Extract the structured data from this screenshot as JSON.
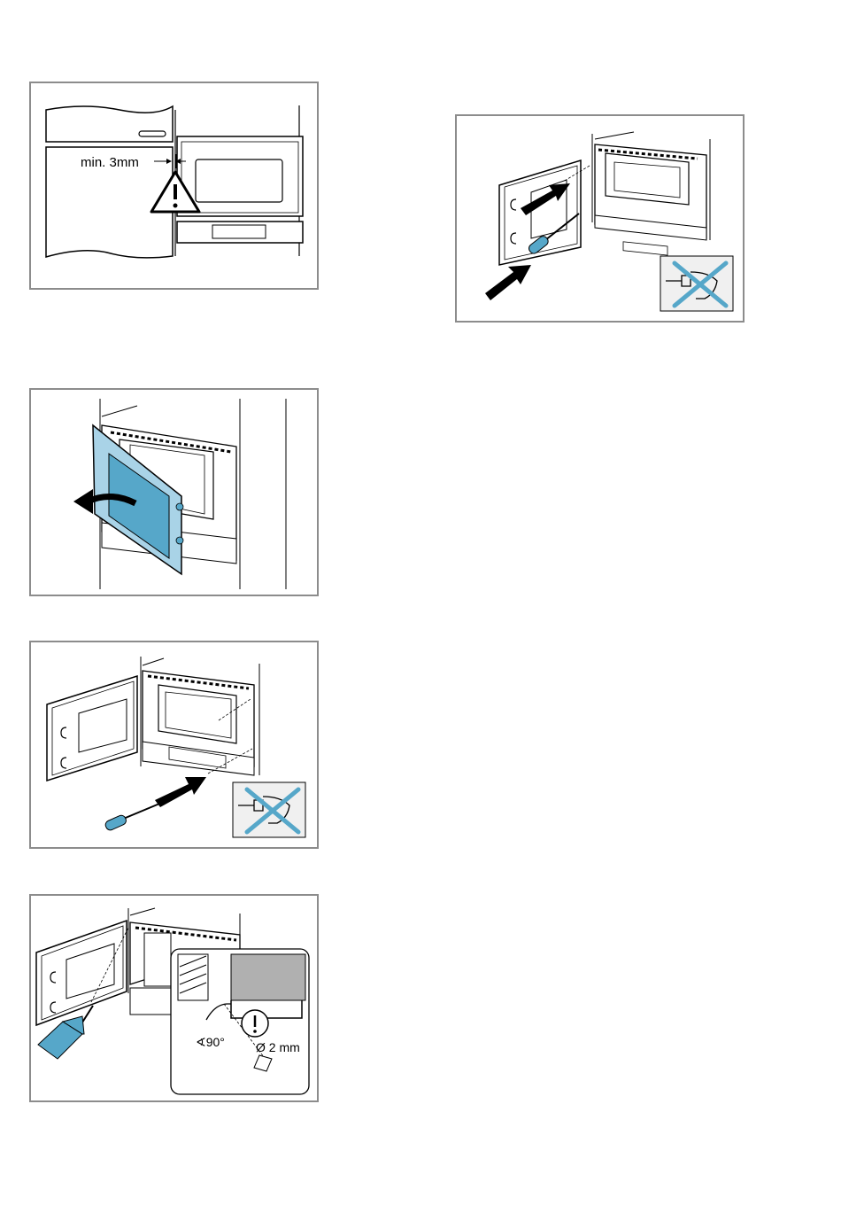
{
  "figure1": {
    "gap_label": "min. 3mm"
  },
  "figure5": {
    "angle_label": "90°",
    "diameter_label": "Ø 2 mm"
  },
  "colors": {
    "accent_blue": "#56a7c9",
    "light_blue": "#a9d3e7",
    "frame_gray": "#8c8c8c",
    "inset_gray": "#b0b0b0"
  }
}
